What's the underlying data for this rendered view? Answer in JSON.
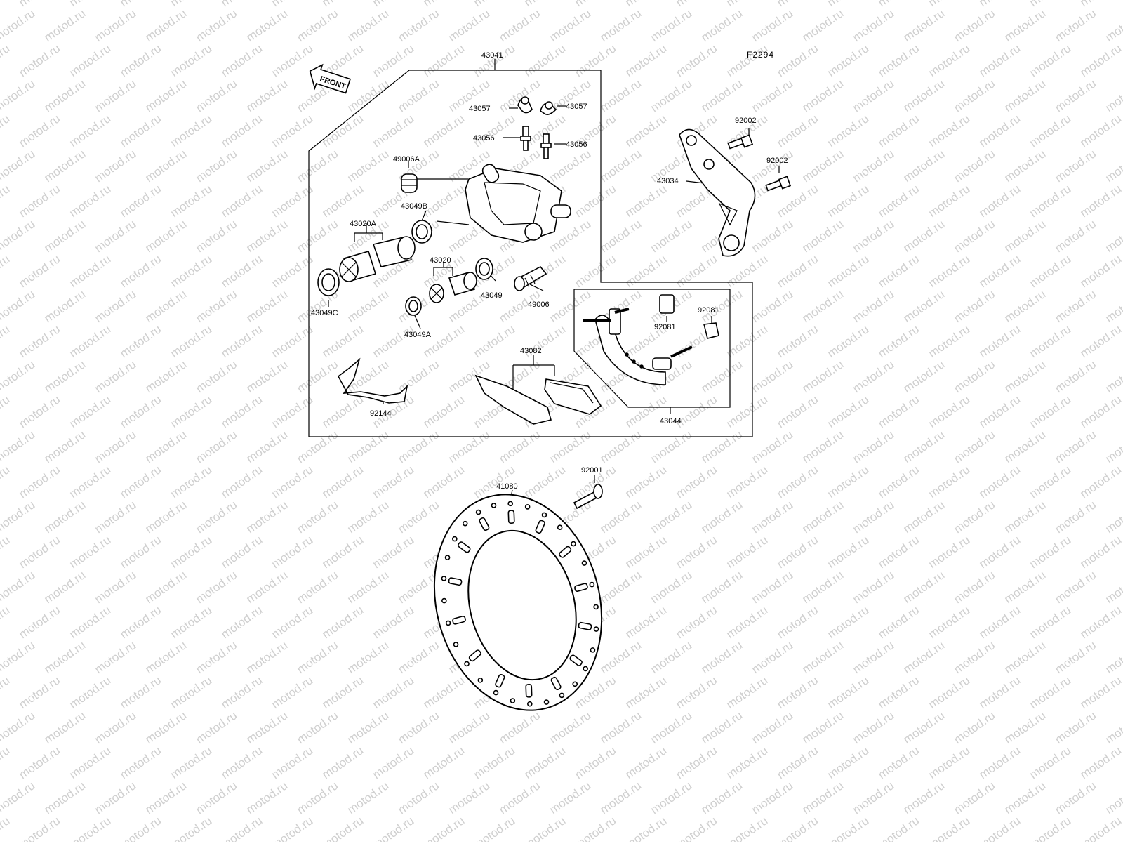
{
  "diagram": {
    "figure_code": "F2294",
    "front_arrow": "FRONT",
    "watermark": "motod.ru",
    "labels": {
      "caliper_assy": "43041",
      "bleed_cap_left": "43057",
      "bleed_cap_right": "43057",
      "bleed_valve_left": "43056",
      "bleed_valve_right": "43056",
      "boot_top": "49006A",
      "seal_b": "43049B",
      "piston_a": "43020A",
      "seal_c": "43049C",
      "piston": "43020",
      "seal": "43049",
      "pin_boot": "49006",
      "seal_a": "43049A",
      "bracket": "43034",
      "bolt_top": "92002",
      "bolt_mid": "92002",
      "holder_assy": "43044",
      "pin_boot_small": "92081",
      "clip": "92081",
      "pad_assy": "43082",
      "spring": "92144",
      "disc": "41080",
      "disc_bolt": "92001"
    }
  }
}
